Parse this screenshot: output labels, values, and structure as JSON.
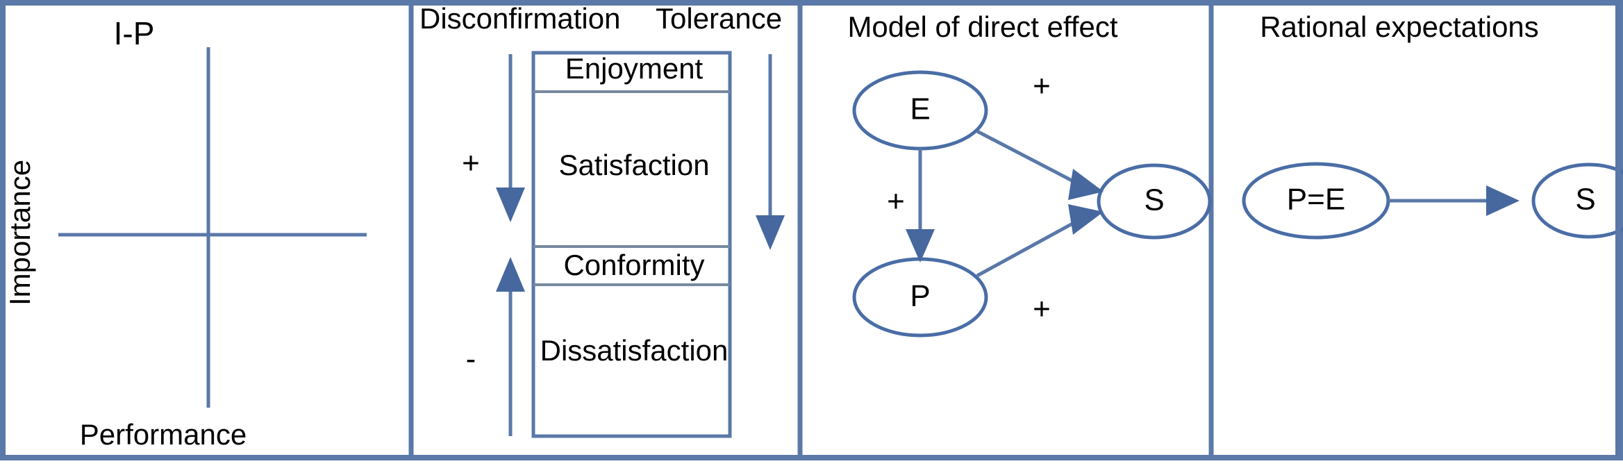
{
  "figure": {
    "border_color": "#5a78a8",
    "line_color": "#5a78a8",
    "arrow_color": "#46689f",
    "divider_color": "#76899f",
    "text_color": "#000000",
    "background": "#ffffff"
  },
  "panels": [
    {
      "id": "importance-performance",
      "title": "I-P",
      "y_axis_label": "Importance",
      "x_axis_label": "Performance"
    },
    {
      "id": "disconfirmation-tolerance",
      "left_header": "Disconfirmation",
      "right_header": "Tolerance",
      "left_sign_top": "+",
      "left_sign_bottom": "-",
      "zones": [
        {
          "label": "Enjoyment"
        },
        {
          "label": "Satisfaction"
        },
        {
          "label": "Conformity"
        },
        {
          "label": "Dissatisfaction"
        }
      ]
    },
    {
      "id": "model-of-direct-effect",
      "title": "Model of direct effect",
      "nodes": [
        {
          "id": "E",
          "label": "E"
        },
        {
          "id": "P",
          "label": "P"
        },
        {
          "id": "S",
          "label": "S"
        }
      ],
      "edges": [
        {
          "from": "E",
          "to": "S",
          "sign": "+"
        },
        {
          "from": "E",
          "to": "P",
          "sign": "+"
        },
        {
          "from": "P",
          "to": "S",
          "sign": "+"
        }
      ]
    },
    {
      "id": "rational-expectations",
      "title": "Rational expectations",
      "nodes": [
        {
          "id": "PE",
          "label": "P=E"
        },
        {
          "id": "S",
          "label": "S"
        }
      ],
      "edges": [
        {
          "from": "PE",
          "to": "S",
          "sign": ""
        }
      ]
    }
  ]
}
